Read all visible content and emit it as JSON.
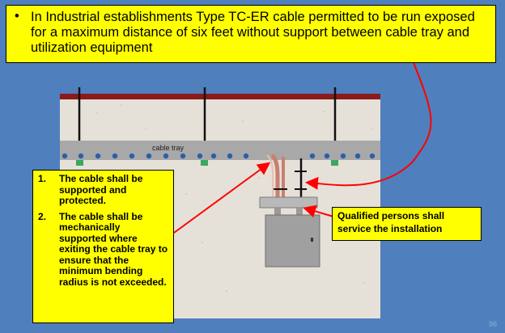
{
  "top_callout": {
    "bullet": "•",
    "text": "In Industrial establishments Type TC-ER cable permitted to be run exposed for a maximum distance of six feet without support between cable tray and utilization equipment"
  },
  "diagram": {
    "cable_tray_label": "cable tray"
  },
  "left_callout": {
    "items": [
      {
        "number": "1.",
        "text": "The cable shall be supported and protected."
      },
      {
        "number": "2.",
        "text": "The cable shall be mechanically supported where exiting the cable tray to ensure that the minimum bending radius is not exceeded."
      }
    ]
  },
  "right_callout": {
    "text": "Qualified persons shall service the installation"
  },
  "slide_number": "96",
  "colors": {
    "background": "#4f7fbd",
    "callout_fill": "#ffff00",
    "arrow": "#ff0000",
    "beam": "#8b1a1a",
    "clamp": "#3aa860",
    "tray": "#a8a8a8",
    "conduit_dots": "#2c5fa8"
  }
}
